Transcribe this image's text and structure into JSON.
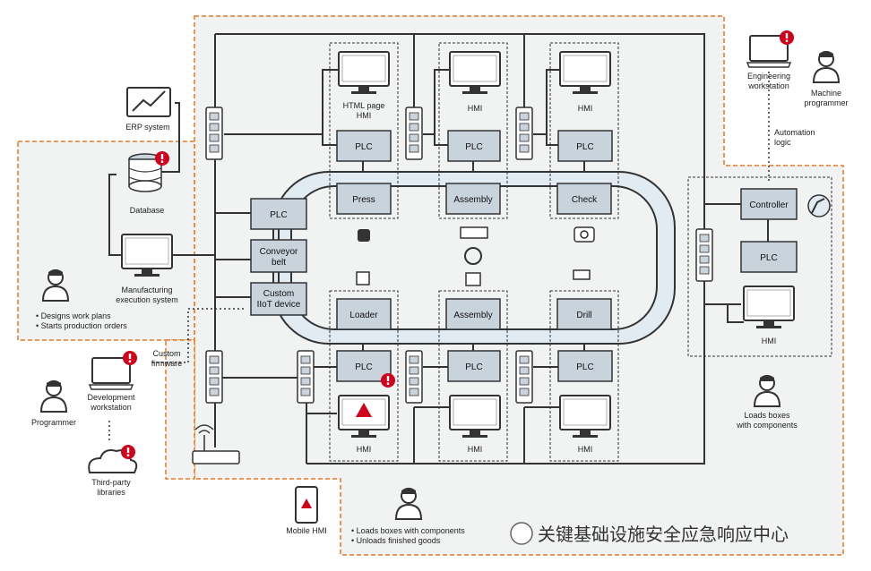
{
  "zones": {
    "enterprise": {
      "erp": "ERP system",
      "database": "Database",
      "mes_line1": "Manufacturing",
      "mes_line2": "execution system",
      "bullet1": "• Designs work plans",
      "bullet2": "• Starts production orders"
    },
    "engineering": {
      "workstation_line1": "Engineering",
      "workstation_line2": "workstation",
      "machine_line1": "Machine",
      "machine_line2": "programmer",
      "automation_line1": "Automation",
      "automation_line2": "logic"
    },
    "development": {
      "custom_fw_line1": "Custom",
      "custom_fw_line2": "firmware",
      "devws_line1": "Development",
      "devws_line2": "workstation",
      "programmer": "Programmer",
      "libs_line1": "Third-party",
      "libs_line2": "libraries"
    },
    "line": {
      "plc": "PLC",
      "press": "Press",
      "assembly": "Assembly",
      "check": "Check",
      "loader": "Loader",
      "drill": "Drill",
      "conveyor_line1": "Conveyor",
      "conveyor_line2": "belt",
      "iiot_line1": "Custom",
      "iiot_line2": "IIoT device",
      "hmi": "HMI",
      "html_hmi_line1": "HTML page",
      "html_hmi_line2": "HMI"
    },
    "right": {
      "controller": "Controller",
      "plc": "PLC",
      "hmi": "HMI",
      "worker_line1": "Loads boxes",
      "worker_line2": "with components"
    },
    "bottom": {
      "mobile_hmi": "Mobile HMI",
      "bullet1": "• Loads boxes with components",
      "bullet2": "• Unloads finished goods"
    }
  },
  "watermark": "关键基础设施安全应急响应中心",
  "colors": {
    "zone_border": "#e87722",
    "zone_fill": "#f1f2f2",
    "box_fill": "#c9d3dc",
    "line": "#333333",
    "alert": "#d0021b",
    "conveyor": "#e2ebf1"
  }
}
